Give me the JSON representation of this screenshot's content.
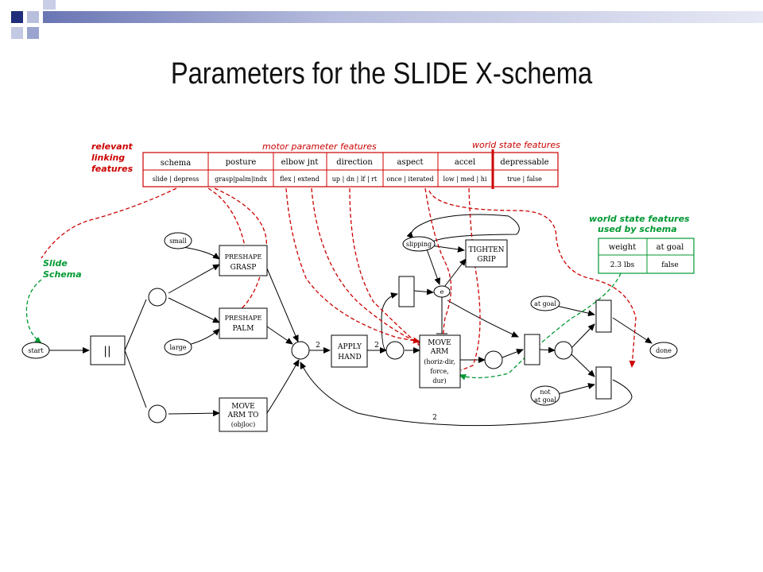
{
  "title": "Parameters for the SLIDE X-schema",
  "colors": {
    "accent_red": "#cc0000",
    "green": "#009933",
    "deco_blue": "#1f2d7a",
    "deco_light": "#9aa4cf"
  },
  "labels": {
    "relevant": "relevant",
    "linking": "linking",
    "features": "features",
    "motor_parameter_features": "motor parameter features",
    "world_state_features": "world state features",
    "slide": "Slide",
    "schema": "Schema",
    "ws_used_1": "world state features",
    "ws_used_2": "used by schema"
  },
  "feature_table": {
    "headers": [
      "schema",
      "posture",
      "elbow jnt",
      "direction",
      "aspect",
      "accel",
      "depressable"
    ],
    "values": [
      "slide | depress",
      "grasp|palm|indx",
      "flex | extend",
      "up | dn | lf | rt",
      "once | iterated",
      "low | med | hi",
      "true | false"
    ]
  },
  "world_table": {
    "headers": [
      "weight",
      "at goal"
    ],
    "values": [
      "2.3 lbs",
      "false"
    ]
  },
  "nodes": {
    "small": "small",
    "large": "large",
    "start": "start",
    "join": "||",
    "preshape_grasp_1": "PRESHAPE",
    "preshape_grasp_2": "GRASP",
    "preshape_palm_1": "PRESHAPE",
    "preshape_palm_2": "PALM",
    "move_arm_to_1": "MOVE",
    "move_arm_to_2": "ARM TO",
    "move_arm_to_3": "(objloc)",
    "apply_hand_1": "APPLY",
    "apply_hand_2": "HAND",
    "move_arm_1": "MOVE",
    "move_arm_2": "ARM",
    "move_arm_3": "(horiz-dir,",
    "move_arm_4": "force,",
    "move_arm_5": "dur)",
    "slipping": "slipping",
    "tighten_1": "TIGHTEN",
    "tighten_2": "GRIP",
    "e": "e",
    "at_goal": "at goal",
    "not_1": "not",
    "not_2": "at goal",
    "done": "done",
    "two_a": "2",
    "two_b": "2",
    "two_c": "2"
  }
}
